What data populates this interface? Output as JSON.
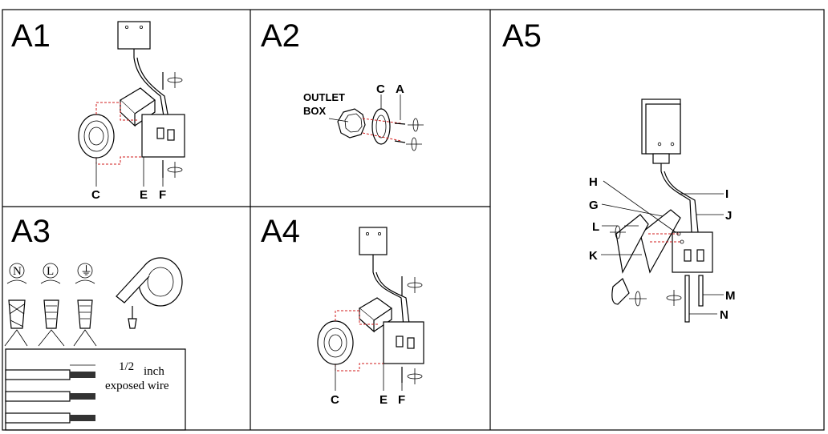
{
  "panels": {
    "a1": {
      "title": "A1",
      "labels": [
        "C",
        "E",
        "F"
      ]
    },
    "a2": {
      "title": "A2",
      "outlet_line1": "OUTLET",
      "outlet_line2": "BOX",
      "labels": [
        "C",
        "A"
      ]
    },
    "a3": {
      "title": "A3",
      "symbols": [
        "N",
        "L",
        "⏚"
      ],
      "fraction": "1/2",
      "unit": "inch",
      "caption": "exposed wire"
    },
    "a4": {
      "title": "A4",
      "labels": [
        "C",
        "E",
        "F"
      ]
    },
    "a5": {
      "title": "A5",
      "labels": [
        "H",
        "G",
        "L",
        "K",
        "I",
        "J",
        "M",
        "N"
      ]
    }
  },
  "colors": {
    "line": "#000000",
    "accent_red": "#d21d1d"
  }
}
